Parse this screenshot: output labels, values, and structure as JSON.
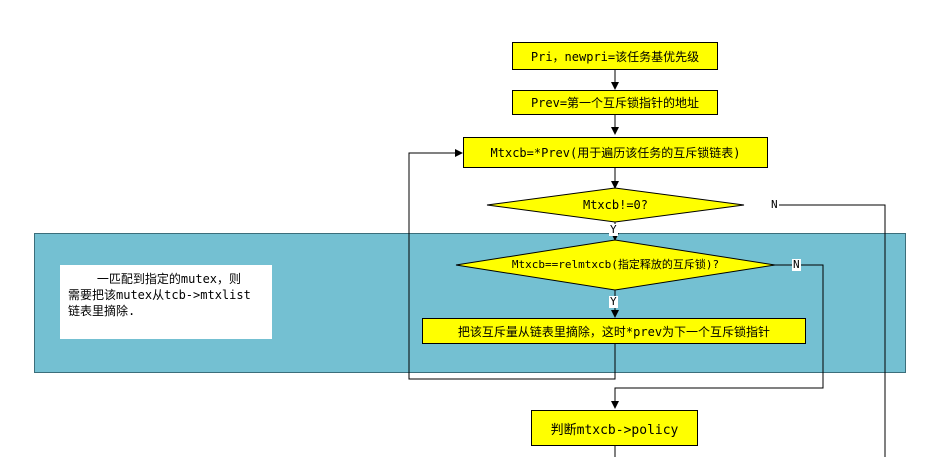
{
  "nodes": {
    "init": "Pri，newpri=该任务基优先级",
    "prev": "Prev=第一个互斥锁指针的地址",
    "loop": "Mtxcb=*Prev(用于遍历该任务的互斥锁链表)",
    "cond1": "Mtxcb!=0?",
    "cond2": "Mtxcb==relmtxcb(指定释放的互斥锁)?",
    "remove": "把该互斥量从链表里摘除，这时*prev为下一个互斥锁指针",
    "policy": "判断mtxcb->policy"
  },
  "labels": {
    "cond1_no": "N",
    "cond1_yes": "Y",
    "cond2_no": "N",
    "cond2_yes": "Y"
  },
  "note": "    一匹配到指定的mutex，则\n需要把该mutex从tcb->mtxlist\n链表里摘除.",
  "colors": {
    "box": "#ffff00",
    "band": "#74c0d2"
  }
}
